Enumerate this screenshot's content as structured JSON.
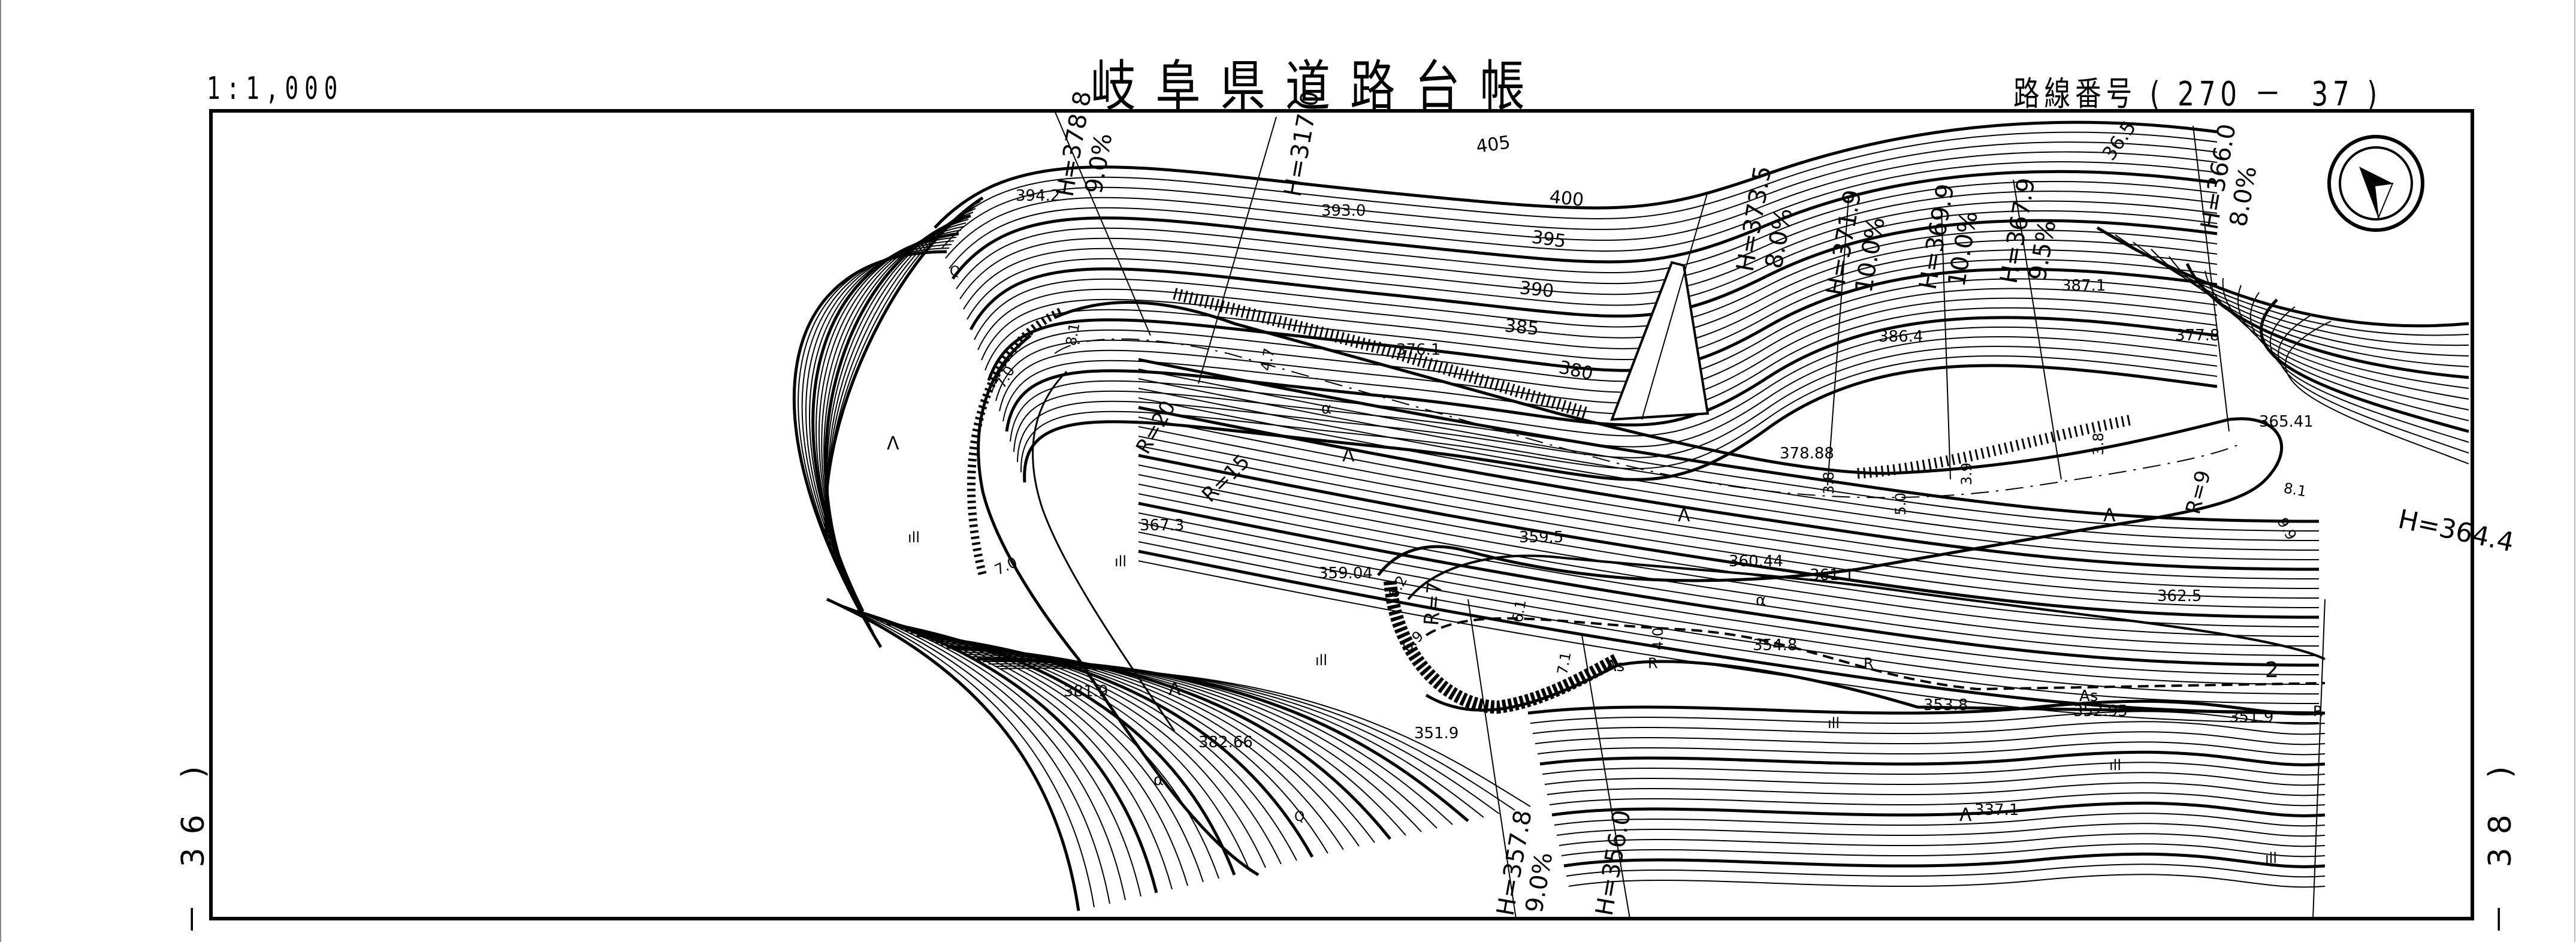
{
  "header": {
    "scale": "1:1,000",
    "title": "岐阜県道路台帳",
    "route_number": "路線番号 ( 270 －  37 )"
  },
  "adjacent_sheets": {
    "left": "－ 36 )",
    "right": "－ 38 )"
  },
  "map": {
    "north_arrow": "north-arrow-icon",
    "contour_labels": [
      "405",
      "400",
      "395",
      "390",
      "385",
      "380"
    ],
    "spot_heights": [
      "394.2",
      "393.0",
      "386.4",
      "387.1",
      "377.8",
      "365.41",
      "367.3",
      "359.5",
      "360.44",
      "359.04",
      "361.1",
      "362.5",
      "354.8",
      "353.8",
      "352.95",
      "351.9",
      "351.9",
      "381.9",
      "382.66",
      "337.1",
      "376.1",
      "378.88"
    ],
    "section_marks": [
      {
        "h": "H=378.8",
        "grade": "9.0%"
      },
      {
        "h": "H=317.0",
        "grade": ""
      },
      {
        "h": "H=373.5",
        "grade": "8.0%"
      },
      {
        "h": "H=371.9",
        "grade": "10.0%"
      },
      {
        "h": "H=369.9",
        "grade": "10.0%"
      },
      {
        "h": "H=367.9",
        "grade": "9.5%"
      },
      {
        "h": "H=366.0",
        "grade": "8.0%"
      },
      {
        "h": "H=364.4",
        "grade": ""
      },
      {
        "h": "H=357.8",
        "grade": "9.0%"
      },
      {
        "h": "H=356.0",
        "grade": ""
      }
    ],
    "curve_radii": [
      "R=20",
      "R=15",
      "R=9",
      "R=7"
    ],
    "widths": [
      "7.0",
      "7.0",
      "6.2",
      "6.9",
      "8.1",
      "9.9",
      "8.1",
      "7.1",
      "4.0",
      "3.8",
      "3.9",
      "5.0",
      "3.8",
      "4.7",
      "6.1"
    ],
    "symbols": [
      "Λ",
      "R",
      "As",
      "α",
      "Q",
      "2",
      "ıll",
      "36.5"
    ]
  }
}
